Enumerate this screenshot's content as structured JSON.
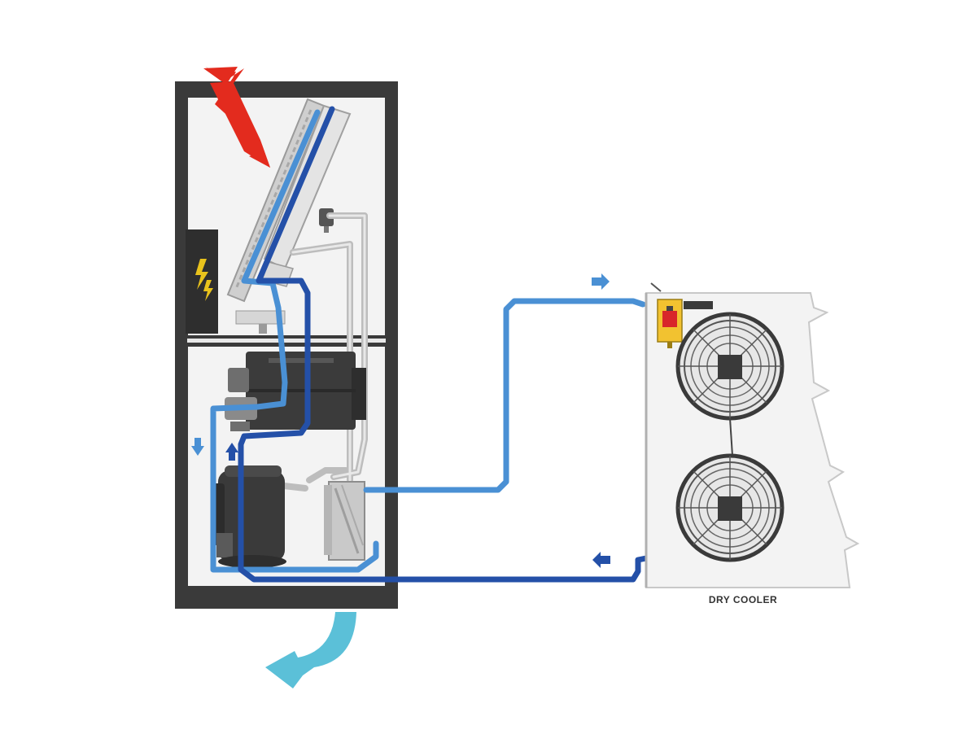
{
  "diagram": {
    "dry_cooler_label": "DRY COOLER",
    "colors": {
      "frame": "#3a3a3a",
      "cabinet_fill": "#f2f2f2",
      "pipe_light_blue": "#4a90d4",
      "pipe_dark_blue": "#2450a8",
      "warm_air_arrow": "#e32b1e",
      "cool_air_arrow": "#5bc0d8",
      "component_dark": "#3d3d3d",
      "control_box_yellow": "#f2c230",
      "control_switch_red": "#d8262a"
    },
    "icons": [
      "warm-air-inlet-arrow",
      "cool-air-outlet-arrow",
      "fan-icon",
      "electrical-hazard-icon",
      "flow-direction-arrow"
    ]
  }
}
